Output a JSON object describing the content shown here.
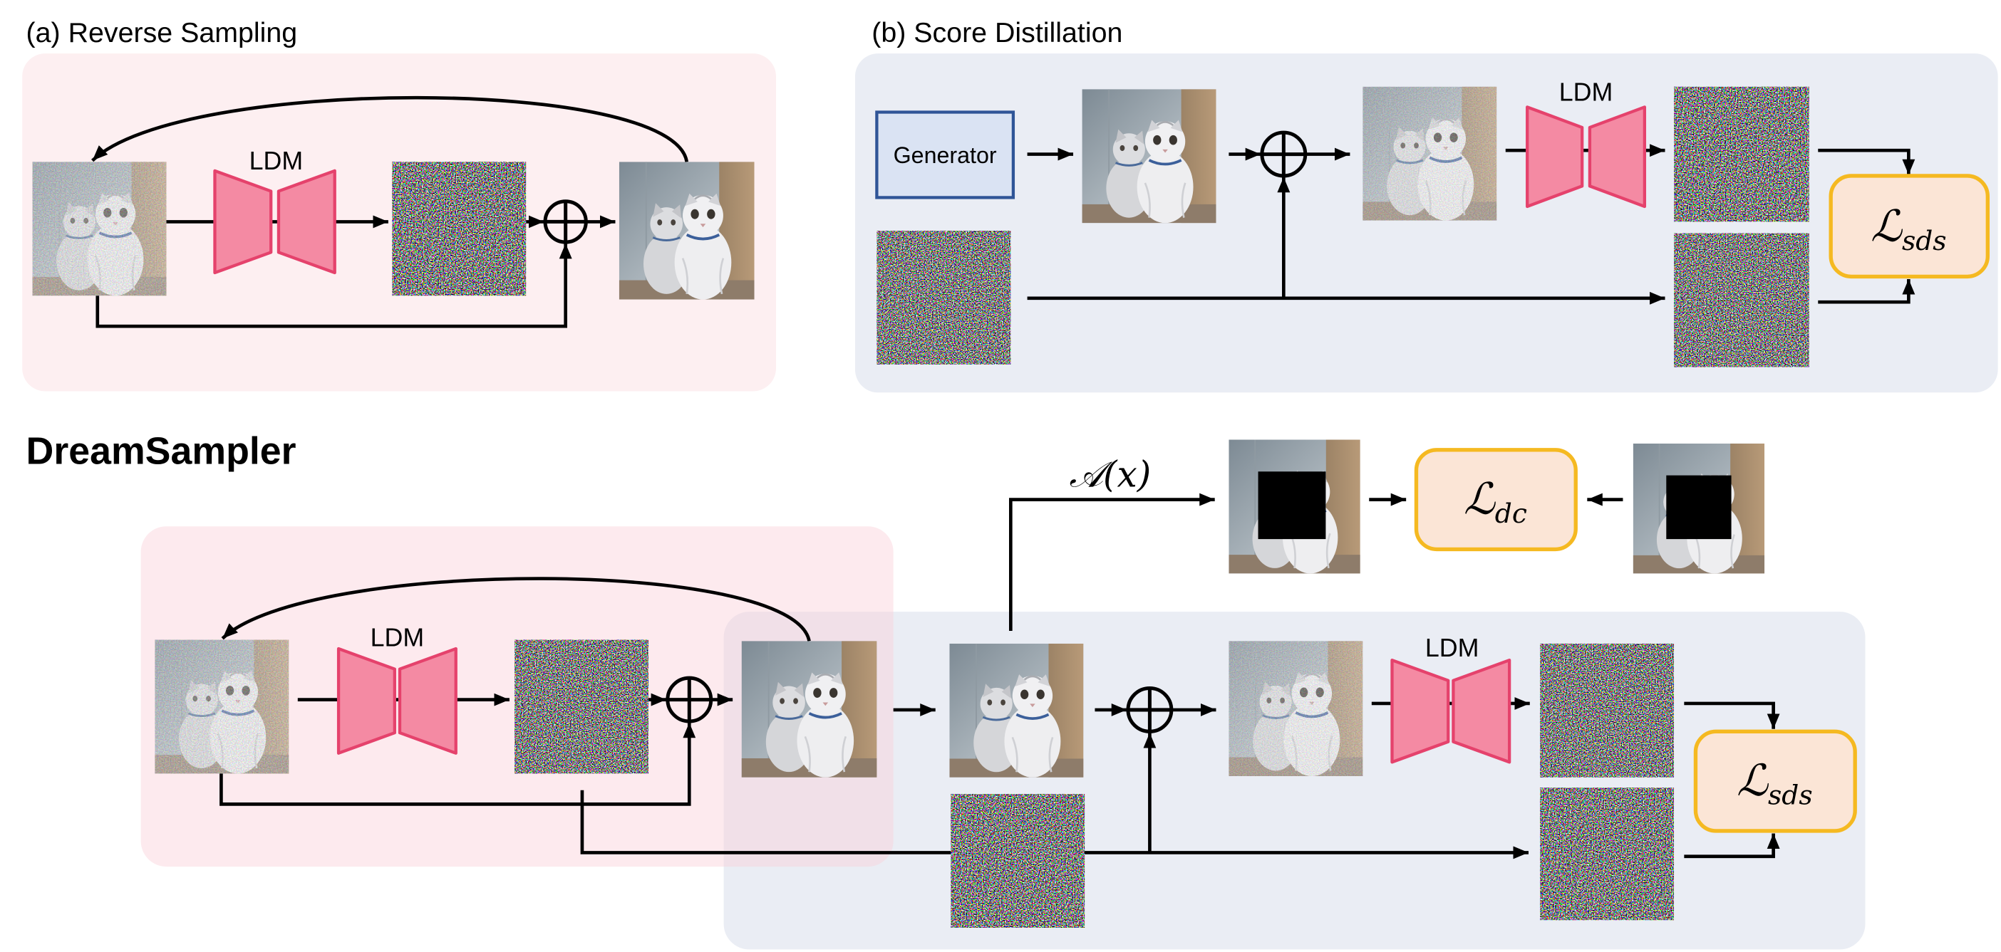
{
  "panel_a": {
    "title": "(a) Reverse Sampling",
    "ldm_label": "LDM"
  },
  "panel_b": {
    "title": "(b) Score Distillation",
    "generator_label": "Generator",
    "ldm_label": "LDM",
    "loss_sds": {
      "symbol": "ℒ",
      "subscript": "sds"
    }
  },
  "dreamsampler": {
    "title": "DreamSampler",
    "reverse_ldm_label": "LDM",
    "distill_ldm_label": "LDM",
    "operator_label": "𝒜(x)",
    "loss_dc": {
      "symbol": "ℒ",
      "subscript": "dc"
    },
    "loss_sds": {
      "symbol": "ℒ",
      "subscript": "sds"
    }
  },
  "icons": {
    "combine": "plus-circle-icon",
    "model": "ldm-hourglass-icon"
  },
  "colors": {
    "reverse_panel": "#fdeff1",
    "distill_panel": "#eaedf4",
    "ldm_fill": "#f48aa3",
    "ldm_stroke": "#e5426c",
    "generator_fill": "#dae3f3",
    "generator_stroke": "#2f5597",
    "loss_fill": "#fbe5d6",
    "loss_stroke": "#f5b921"
  }
}
